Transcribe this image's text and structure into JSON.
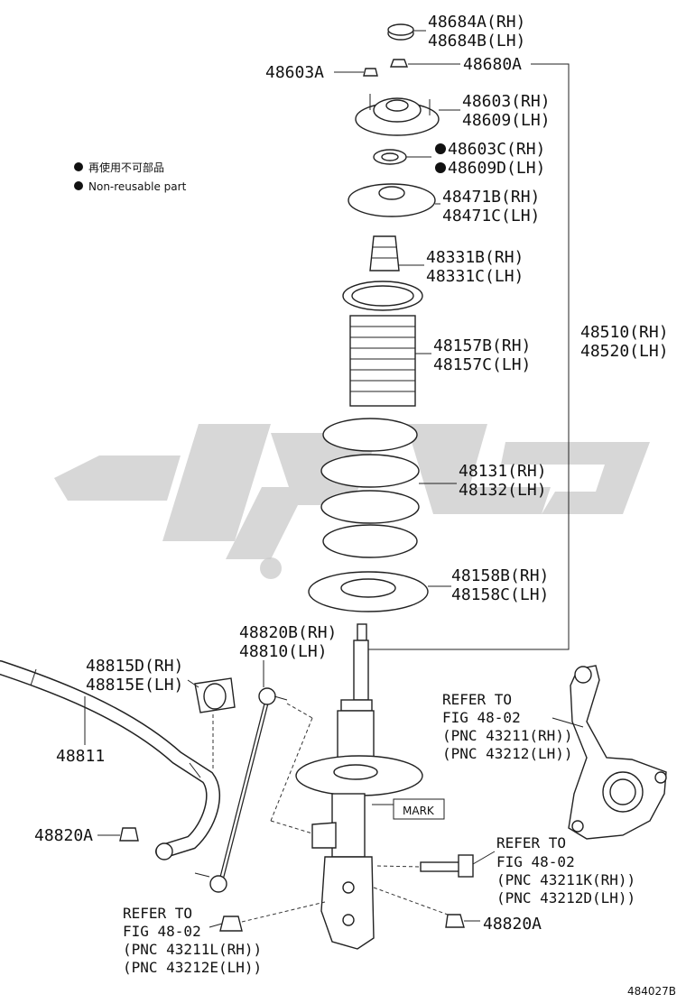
{
  "legend": {
    "line1": "再使用不可部品",
    "line2": "Non-reusable part"
  },
  "labels": {
    "p48684a": "48684A(RH)",
    "p48684b": "48684B(LH)",
    "p48680a": "48680A",
    "p48603a": "48603A",
    "p48603": "48603(RH)",
    "p48609": "48609(LH)",
    "p48603c": "48603C(RH)",
    "p48609d": "48609D(LH)",
    "p48471b": "48471B(RH)",
    "p48471c": "48471C(LH)",
    "p48331b": "48331B(RH)",
    "p48331c": "48331C(LH)",
    "p48157b": "48157B(RH)",
    "p48157c": "48157C(LH)",
    "p48510": "48510(RH)",
    "p48520": "48520(LH)",
    "p48131": "48131(RH)",
    "p48132": "48132(LH)",
    "p48158b": "48158B(RH)",
    "p48158c": "48158C(LH)",
    "p48820b": "48820B(RH)",
    "p48810": "48810(LH)",
    "p48815d": "48815D(RH)",
    "p48815e": "48815E(LH)",
    "p48811": "48811",
    "p48820a_l": "48820A",
    "p48820a_r": "48820A",
    "mark": "MARK",
    "ref1": {
      "l1": "REFER TO",
      "l2": "FIG 48-02",
      "l3": "(PNC 43211(RH))",
      "l4": "(PNC 43212(LH))"
    },
    "ref2": {
      "l1": "REFER TO",
      "l2": "FIG 48-02",
      "l3": "(PNC 43211K(RH))",
      "l4": "(PNC 43212D(LH))"
    },
    "ref3": {
      "l1": "REFER TO",
      "l2": "FIG 48-02",
      "l3": "(PNC 43211L(RH))",
      "l4": "(PNC 43212E(LH))"
    },
    "figure_no": "484027B"
  }
}
